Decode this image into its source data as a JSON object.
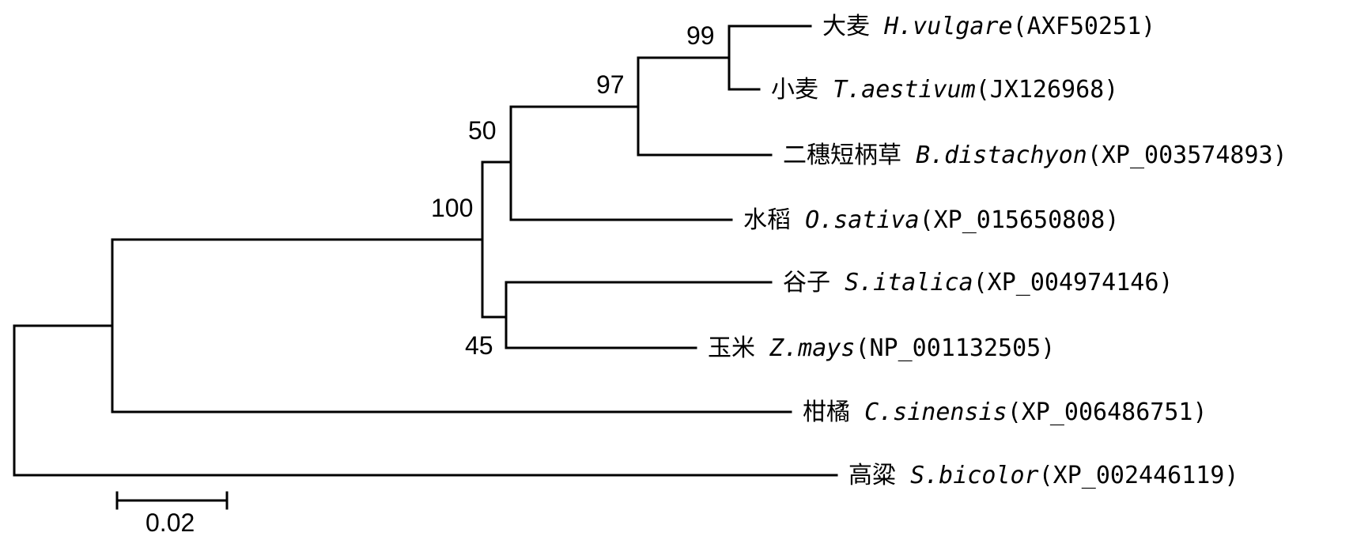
{
  "tree": {
    "taxa": [
      {
        "id": "hvulgare",
        "cn": "大麦",
        "species": "H.vulgare",
        "accession": "(AXF50251)"
      },
      {
        "id": "taestivum",
        "cn": "小麦",
        "species": "T.aestivum",
        "accession": "(JX126968)"
      },
      {
        "id": "bdistachyon",
        "cn": "二穗短柄草",
        "species": "B.distachyon",
        "accession": "(XP_003574893)"
      },
      {
        "id": "osativa",
        "cn": "水稻",
        "species": "O.sativa",
        "accession": "(XP_015650808)"
      },
      {
        "id": "sitalica",
        "cn": "谷子",
        "species": "S.italica",
        "accession": "(XP_004974146)"
      },
      {
        "id": "zmays",
        "cn": "玉米",
        "species": "Z.mays",
        "accession": "(NP_001132505)"
      },
      {
        "id": "csinensis",
        "cn": "柑橘",
        "species": "C.sinensis",
        "accession": "(XP_006486751)"
      },
      {
        "id": "sbicolor",
        "cn": "高粱",
        "species": "S.bicolor",
        "accession": "(XP_002446119)"
      }
    ],
    "support": [
      {
        "node": "barley-wheat",
        "value": "99"
      },
      {
        "node": "triticeae-brachypodium",
        "value": "97"
      },
      {
        "node": "bep-clade",
        "value": "50"
      },
      {
        "node": "grasses",
        "value": "100"
      },
      {
        "node": "setaria-maize",
        "value": "45"
      }
    ],
    "scale": {
      "label": "0.02"
    }
  },
  "colors": {
    "line": "#000000",
    "background": "#ffffff"
  }
}
